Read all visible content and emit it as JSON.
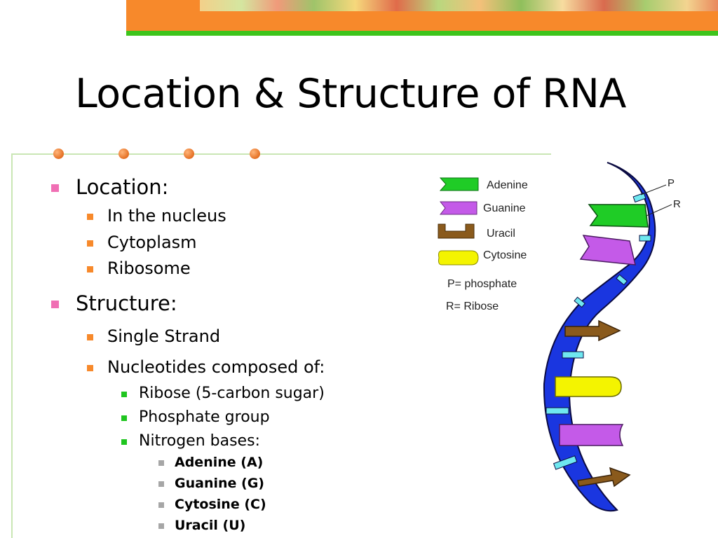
{
  "title": "Location & Structure of RNA",
  "bullets": {
    "location": {
      "label": "Location",
      "colon": ":",
      "items": [
        "In the nucleus",
        "Cytoplasm",
        "Ribosome"
      ]
    },
    "structure": {
      "label": "Structure",
      "colon": ":",
      "single_strand": "Single Strand",
      "nucleotides": {
        "label": "Nucleotides composed of",
        "colon": ":",
        "items": [
          "Ribose (5-carbon sugar)",
          "Phosphate group",
          "Nitrogen bases:"
        ],
        "bases": [
          "Adenine (A)",
          "Guanine (G)",
          "Cytosine (C)",
          "Uracil (U)"
        ]
      }
    }
  },
  "legend": {
    "adenine": "Adenine",
    "guanine": "Guanine",
    "uracil": "Uracil",
    "cytosine": "Cytosine",
    "phosphate": "P= phosphate",
    "ribose": "R= Ribose"
  },
  "diagram": {
    "p_label": "P",
    "r_label": "R"
  },
  "colors": {
    "adenine": "#1fcc26",
    "guanine": "#c45ae8",
    "uracil": "#8a5a1c",
    "cytosine": "#f4f400",
    "backbone": "#1a36e0",
    "phosphate": "#6fe8f0",
    "accent_orange": "#f7892b",
    "accent_green": "#3dc41c"
  }
}
